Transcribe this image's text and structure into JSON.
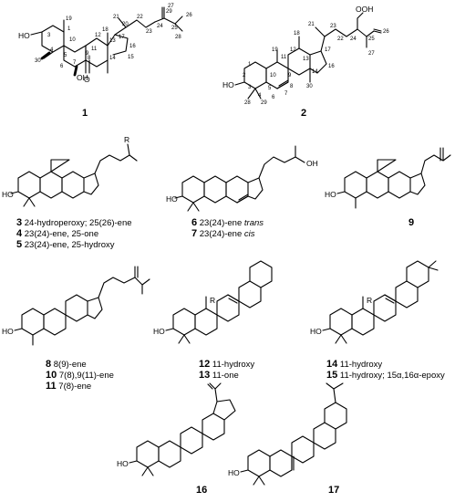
{
  "compounds": {
    "c1": {
      "label": "1",
      "atoms": [
        "1",
        "3",
        "4",
        "5",
        "6",
        "7",
        "8",
        "9",
        "10",
        "11",
        "12",
        "13",
        "14",
        "15",
        "16",
        "17",
        "18",
        "19",
        "20",
        "21",
        "22",
        "23",
        "24",
        "25",
        "26",
        "27",
        "28",
        "29",
        "30"
      ],
      "groups": [
        "HO",
        "OH",
        "O"
      ]
    },
    "c2": {
      "label": "2",
      "atoms": [
        "1",
        "2",
        "3",
        "4",
        "5",
        "6",
        "7",
        "8",
        "9",
        "10",
        "11",
        "12",
        "13",
        "14",
        "16",
        "17",
        "18",
        "19",
        "21",
        "22",
        "23",
        "24",
        "25",
        "26",
        "27",
        "28",
        "29",
        "30"
      ],
      "groups": [
        "OOH",
        "HO"
      ]
    },
    "c3": {
      "labels": [
        "3",
        "4",
        "5"
      ],
      "captions": [
        "24-hydroperoxy; 25(26)-ene",
        "23(24)-ene, 25-one",
        "23(24)-ene, 25-hydroxy"
      ],
      "groups": [
        "R",
        "HO"
      ]
    },
    "c6": {
      "labels": [
        "6",
        "7"
      ],
      "captions": [
        "23(24)-ene",
        "23(24)-ene"
      ],
      "stereo": [
        "trans",
        "cis"
      ],
      "groups": [
        "OH",
        "HO"
      ]
    },
    "c9": {
      "label": "9",
      "groups": [
        "HO"
      ]
    },
    "c8": {
      "labels": [
        "8",
        "10",
        "11"
      ],
      "captions": [
        "8(9)-ene",
        "7(8),9(11)-ene",
        "7(8)-ene"
      ],
      "groups": [
        "HO"
      ]
    },
    "c12": {
      "labels": [
        "12",
        "13"
      ],
      "captions": [
        "11-hydroxy",
        "11-one"
      ],
      "groups": [
        "R",
        "HO"
      ]
    },
    "c14": {
      "labels": [
        "14",
        "15"
      ],
      "captions": [
        "11-hydroxy",
        "11-hydroxy; 15α,16α-epoxy"
      ],
      "groups": [
        "R",
        "HO"
      ]
    },
    "c16": {
      "label": "16",
      "groups": [
        "HO"
      ]
    },
    "c17": {
      "label": "17",
      "groups": [
        "HO"
      ]
    }
  }
}
